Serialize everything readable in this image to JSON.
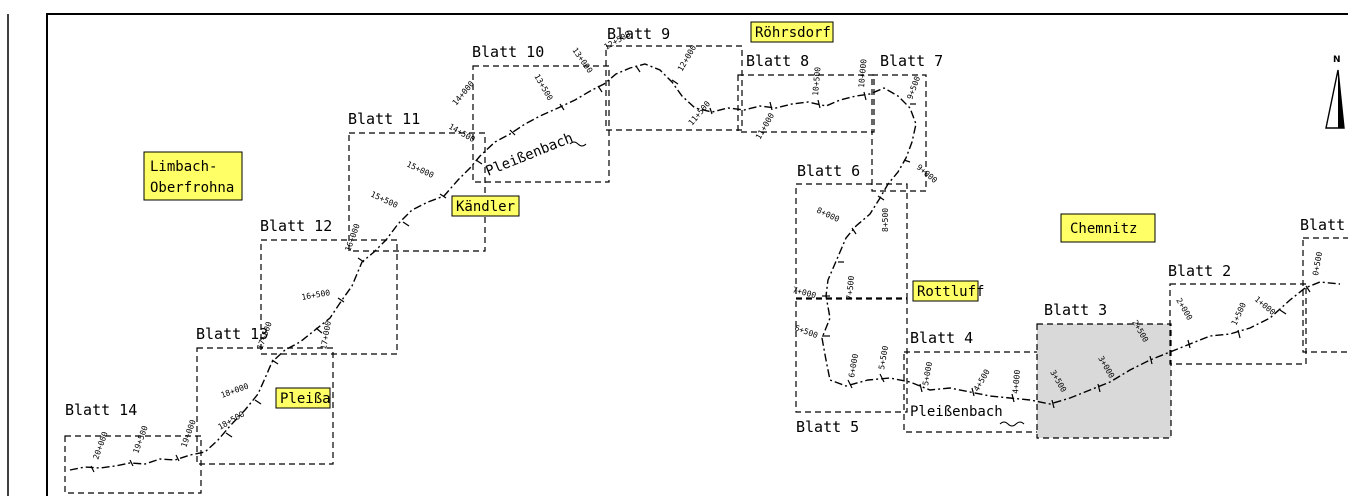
{
  "sheets": [
    {
      "id": "14",
      "label": "Blatt 14",
      "active": false
    },
    {
      "id": "13",
      "label": "Blatt 13",
      "active": false
    },
    {
      "id": "12",
      "label": "Blatt 12",
      "active": false
    },
    {
      "id": "11",
      "label": "Blatt 11",
      "active": false
    },
    {
      "id": "10",
      "label": "Blatt 10",
      "active": false
    },
    {
      "id": "9",
      "label": "Blatt 9",
      "active": false
    },
    {
      "id": "8",
      "label": "Blatt 8",
      "active": false
    },
    {
      "id": "7",
      "label": "Blatt 7",
      "active": false
    },
    {
      "id": "6",
      "label": "Blatt 6",
      "active": false
    },
    {
      "id": "5",
      "label": "Blatt 5",
      "active": false
    },
    {
      "id": "4",
      "label": "Blatt 4",
      "active": false
    },
    {
      "id": "3",
      "label": "Blatt 3",
      "active": true
    },
    {
      "id": "2",
      "label": "Blatt 2",
      "active": false
    },
    {
      "id": "1",
      "label": "Blatt",
      "active": false
    }
  ],
  "places": [
    {
      "id": "limbach",
      "lines": [
        "Limbach-",
        "Oberfrohna"
      ]
    },
    {
      "id": "kaendler",
      "lines": [
        "Kändler"
      ]
    },
    {
      "id": "pleissa",
      "lines": [
        "Pleißa"
      ]
    },
    {
      "id": "roehrsdorf",
      "lines": [
        "Röhrsdorf"
      ]
    },
    {
      "id": "rottluff",
      "lines": [
        "Rottluff"
      ]
    },
    {
      "id": "chemnitz",
      "lines": [
        "Chemnitz"
      ]
    }
  ],
  "river_labels": [
    "Pleißenbach",
    "Pleißenbach"
  ],
  "stations": [
    "20+000",
    "19+500",
    "19+000",
    "18+500",
    "18+000",
    "17+500",
    "17+000",
    "16+500",
    "16+000",
    "15+500",
    "15+000",
    "14+500",
    "14+000",
    "13+500",
    "13+000",
    "12+500",
    "12+000",
    "11+500",
    "11+000",
    "10+500",
    "10+000",
    "9+500",
    "9+000",
    "8+500",
    "8+000",
    "7+500",
    "7+000",
    "6+500",
    "6+000",
    "5+500",
    "5+000",
    "4+500",
    "4+000",
    "3+500",
    "3+000",
    "2+500",
    "2+000",
    "1+500",
    "1+000",
    "0+500"
  ],
  "north_arrow": {
    "icon": "north-arrow-icon",
    "letter": "N"
  },
  "colors": {
    "place_fill": "#ffff66",
    "active_sheet": "#d9d9d9",
    "line": "#000000"
  }
}
